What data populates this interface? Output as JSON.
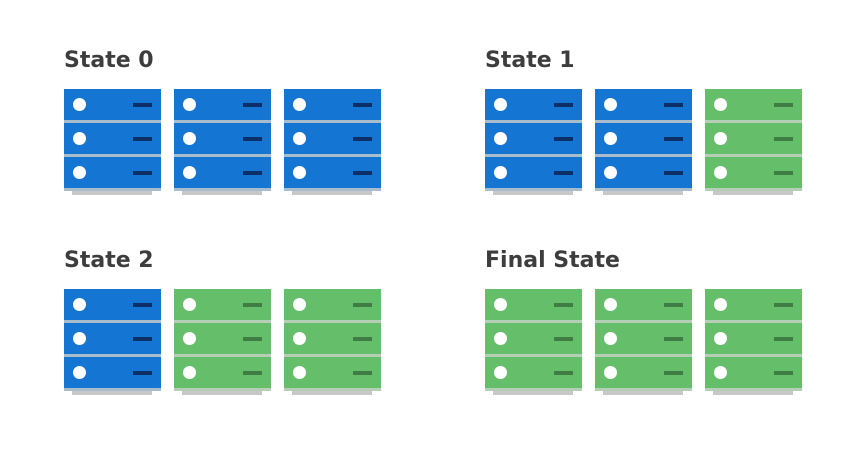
{
  "colors": {
    "old": "#1476d2",
    "old_slot": "#0b2f66",
    "old_shadow": "#a9bccc",
    "new": "#65bf6a",
    "new_slot": "#3f7d44",
    "new_shadow": "#b5cfb6",
    "base": "#c8c8c8"
  },
  "panels": [
    {
      "title": "State 0",
      "stacks": [
        "old",
        "old",
        "old"
      ]
    },
    {
      "title": "State 1",
      "stacks": [
        "old",
        "old",
        "new"
      ]
    },
    {
      "title": "State 2",
      "stacks": [
        "old",
        "new",
        "new"
      ]
    },
    {
      "title": "Final State",
      "stacks": [
        "new",
        "new",
        "new"
      ]
    }
  ]
}
